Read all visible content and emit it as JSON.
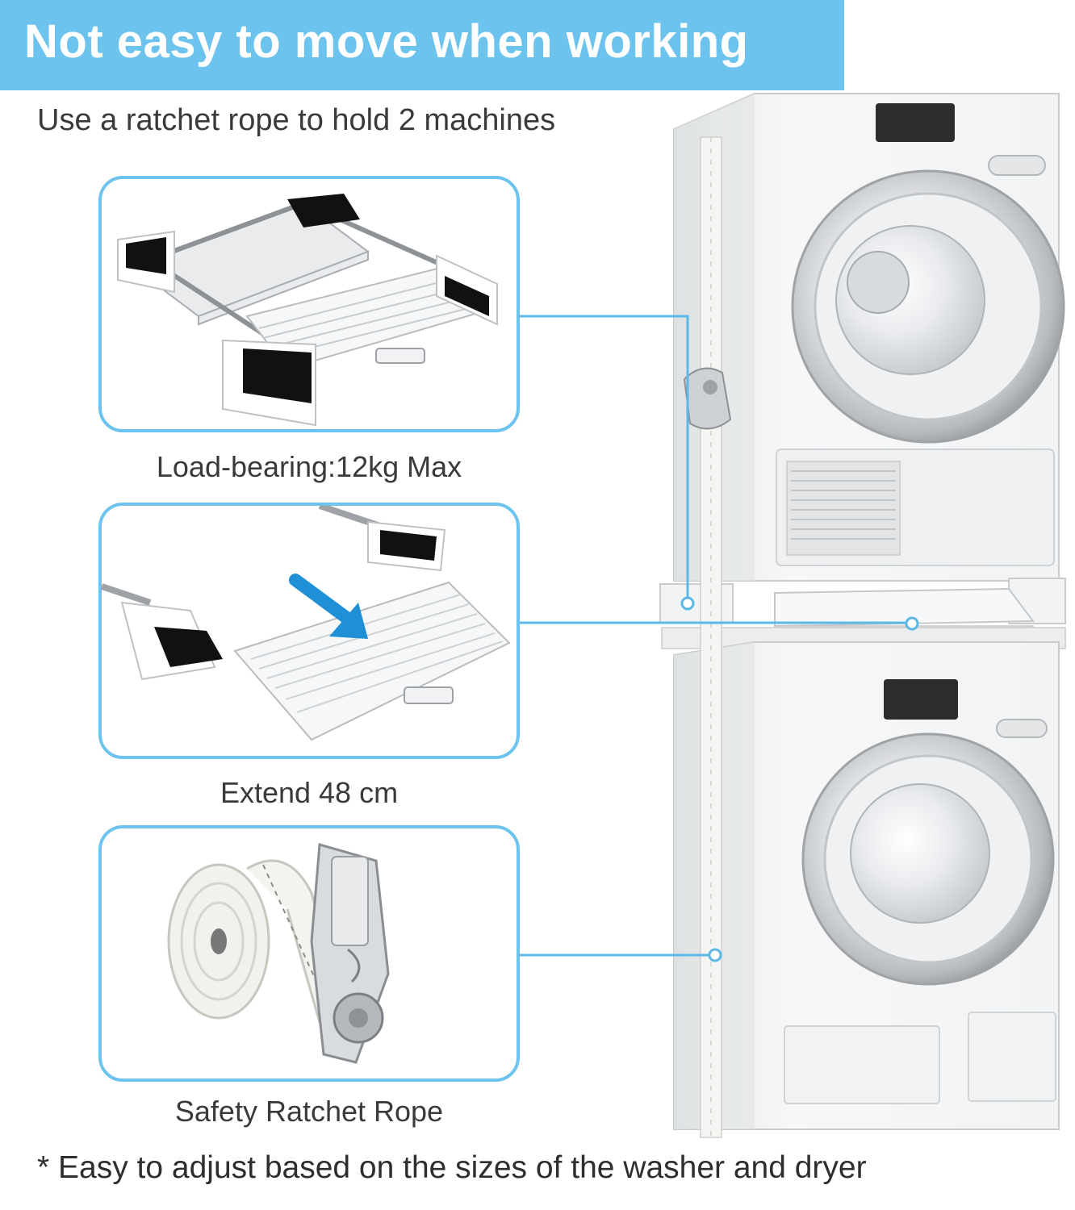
{
  "banner": {
    "title": "Not easy to move when working"
  },
  "subtitle": "Use a ratchet rope to hold 2 machines",
  "features": [
    {
      "caption": "Load-bearing:12kg Max"
    },
    {
      "caption": "Extend 48 cm"
    },
    {
      "caption": "Safety Ratchet Rope"
    }
  ],
  "footnote": "* Easy to adjust based on the sizes of the washer and dryer",
  "colors": {
    "accent": "#6cc4ee",
    "text": "#3a3a3a",
    "arrow": "#1f8fd6"
  }
}
